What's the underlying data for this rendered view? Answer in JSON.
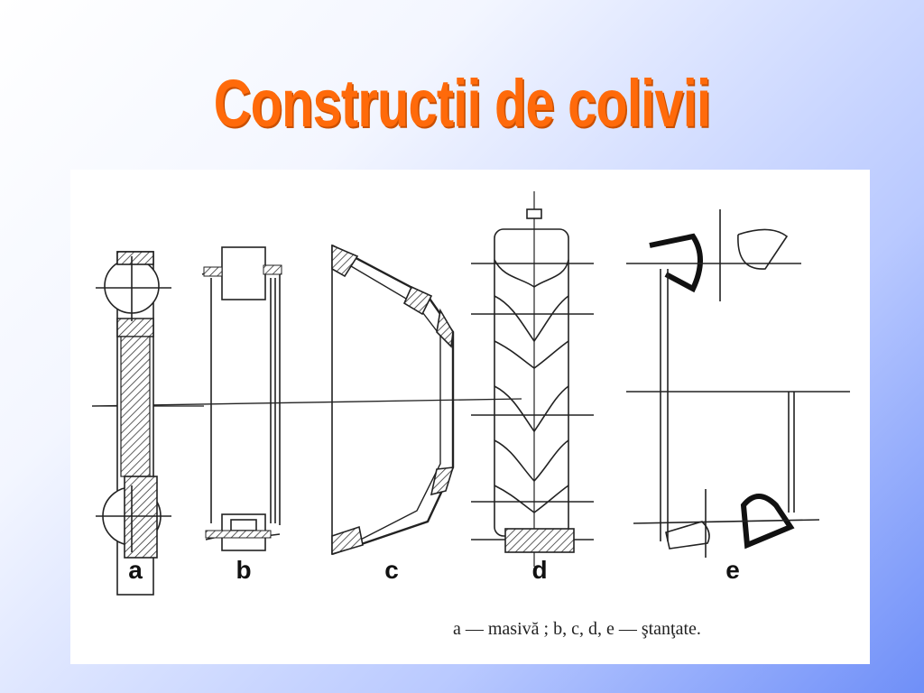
{
  "slide": {
    "title": "Constructii de colivii"
  },
  "figure": {
    "labels": [
      "a",
      "b",
      "c",
      "d",
      "e"
    ],
    "caption": "a — masivă ;  b, c, d, e — ştanţate."
  }
}
